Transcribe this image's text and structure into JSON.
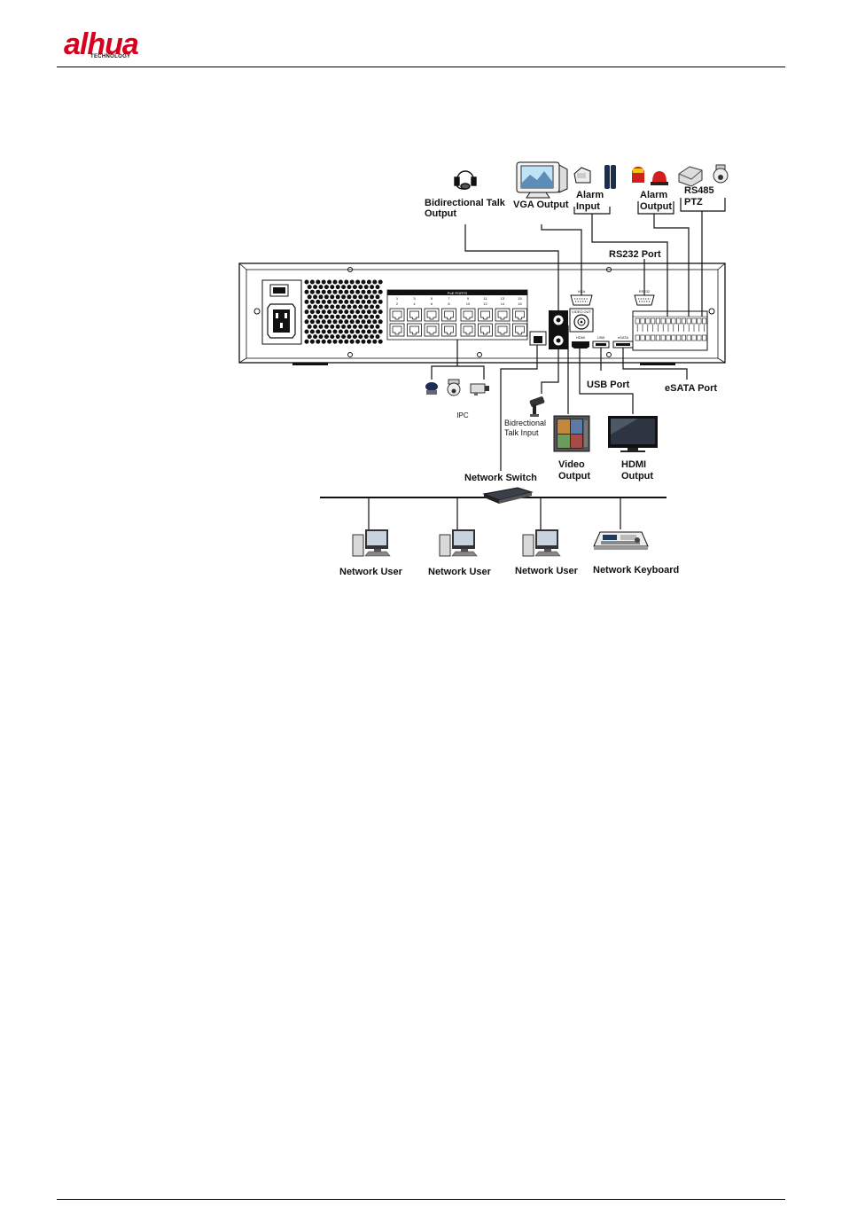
{
  "header": {
    "logo_text": "alhua",
    "logo_sub": "TECHNOLOGY"
  },
  "diagram": {
    "labels": {
      "bidirectional_talk_output": [
        "Bidirectional Talk",
        "Output"
      ],
      "vga_output": "VGA Output",
      "alarm_input": [
        "Alarm",
        "Input"
      ],
      "alarm_output": [
        "Alarm",
        "Output"
      ],
      "rs485_ptz": [
        "RS485",
        "PTZ"
      ],
      "rs232_port": "RS232 Port",
      "usb_port": "USB Port",
      "esata_port": "eSATA Port",
      "ipc": "IPC",
      "bidirectional_talk_input": [
        "Bidrectional",
        "Talk Input"
      ],
      "video_output": [
        "Video",
        "Output"
      ],
      "hdmi_output": [
        "HDMI",
        "Output"
      ],
      "network_switch": "Network Switch",
      "network_user_1": "Network User",
      "network_user_2": "Network User",
      "network_user_3": "Network User",
      "network_keyboard": "Network Keyboard"
    },
    "panel": {
      "poe_title": "PoE PORTS",
      "poe_top_numbers": [
        "1",
        "3",
        "5",
        "7",
        "9",
        "11",
        "13",
        "15"
      ],
      "poe_bottom_numbers": [
        "2",
        "4",
        "6",
        "8",
        "10",
        "12",
        "14",
        "16"
      ],
      "vga_tag": "VGA",
      "rs232_tag": "RS232",
      "video_out_tag": "VIDEO OUT",
      "hdmi_tag": "HDMI",
      "usb_tag": "USB",
      "esata_tag": "eSATA"
    }
  }
}
